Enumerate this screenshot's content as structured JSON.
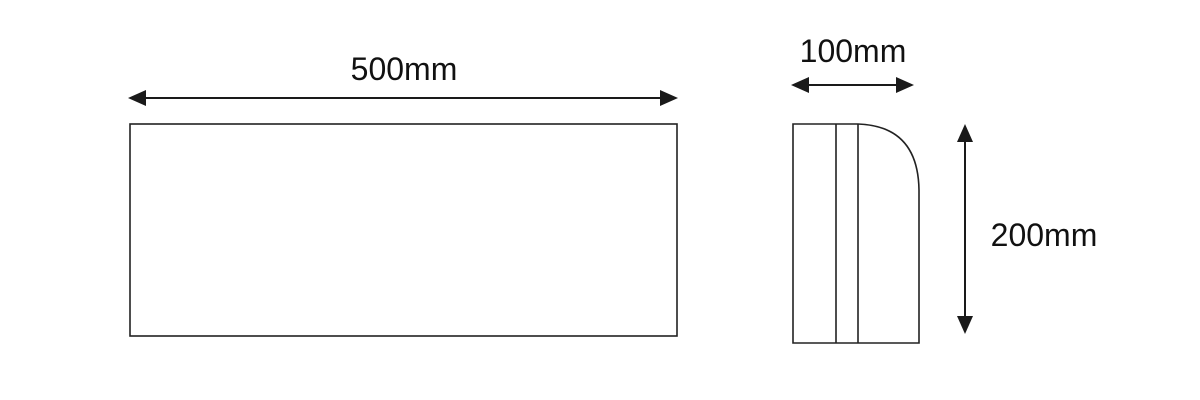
{
  "dimensions": {
    "length": "500mm",
    "width": "100mm",
    "height": "200mm"
  },
  "colors": {
    "line": "#222222",
    "background": "#ffffff"
  }
}
